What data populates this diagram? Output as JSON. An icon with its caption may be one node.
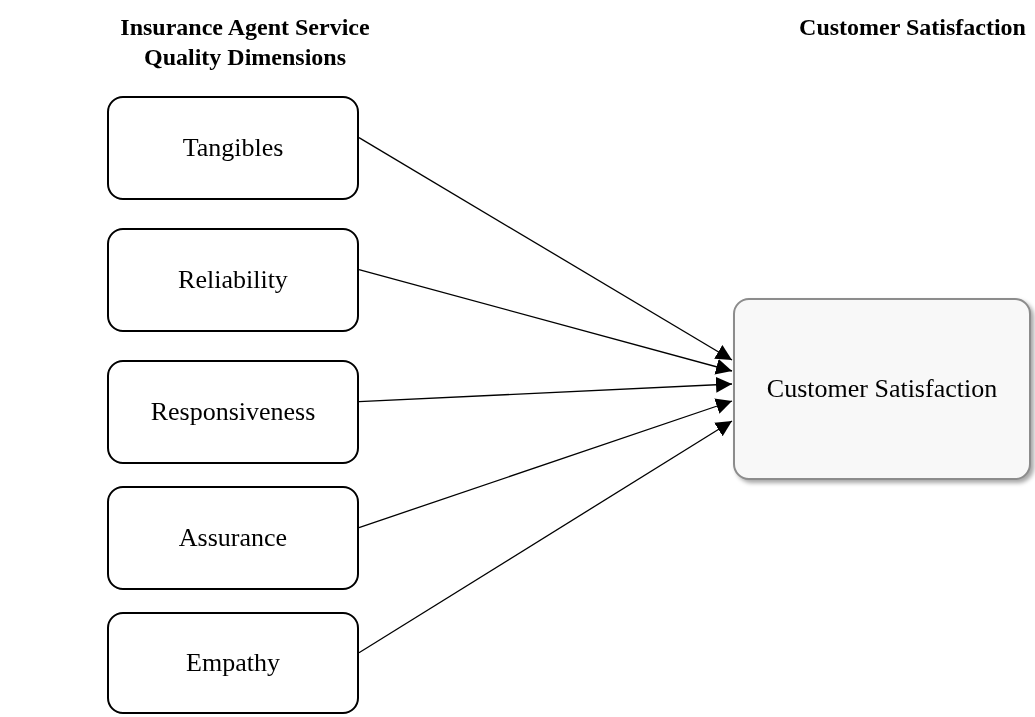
{
  "diagram": {
    "nodes": [
      {
        "text": [
          "Tangibles"
        ]
      },
      {
        "text": [
          "Reliability"
        ]
      },
      {
        "text": [
          "Responsiveness"
        ]
      },
      {
        "text": [
          "Assurance"
        ]
      },
      {
        "text": [
          "Empathy"
        ]
      },
      {
        "text": [
          "Customer Satisfaction"
        ]
      }
    ],
    "edges": [
      {
        "from": 0,
        "to": 5,
        "arrow": "to"
      },
      {
        "from": 1,
        "to": 5,
        "arrow": "to"
      },
      {
        "from": 2,
        "to": 5,
        "arrow": "to"
      },
      {
        "from": 3,
        "to": 5,
        "arrow": "to"
      },
      {
        "from": 4,
        "to": 5,
        "arrow": "to"
      }
    ],
    "labels": [
      "Insurance Agent Service Quality Dimensions",
      "Customer Satisfaction"
    ]
  }
}
